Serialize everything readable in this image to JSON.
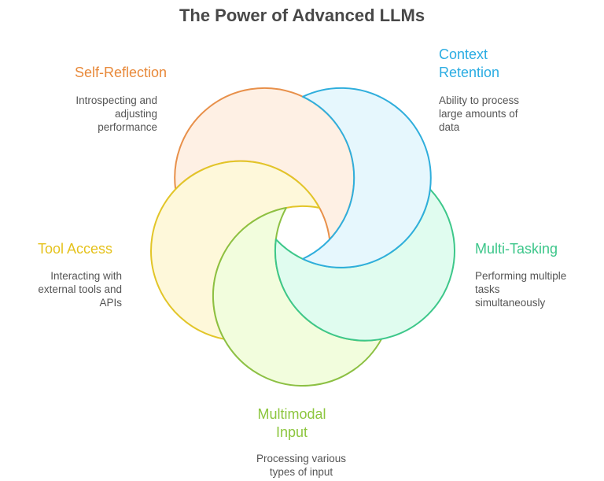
{
  "title": "The Power of Advanced LLMs",
  "segments": [
    {
      "id": "self-reflection",
      "heading": "Self-Reflection",
      "description": "Introspecting and\nadjusting\nperformance",
      "colors": {
        "stroke": "#E8904A",
        "fill": "#FEF0E4",
        "text": "#E8893A"
      }
    },
    {
      "id": "context-retention",
      "heading": "Context\nRetention",
      "description": "Ability to process\nlarge amounts of\ndata",
      "colors": {
        "stroke": "#2FAEDC",
        "fill": "#E6F7FD",
        "text": "#2AACE2"
      }
    },
    {
      "id": "multi-tasking",
      "heading": "Multi-Tasking",
      "description": "Performing multiple\ntasks\nsimultaneously",
      "colors": {
        "stroke": "#3DC78A",
        "fill": "#E0FCEF",
        "text": "#3CC68A"
      }
    },
    {
      "id": "multimodal-input",
      "heading": "Multimodal\nInput",
      "description": "Processing various\ntypes of input",
      "colors": {
        "stroke": "#8CC043",
        "fill": "#F2FDDD",
        "text": "#8DC63F"
      }
    },
    {
      "id": "tool-access",
      "heading": "Tool Access",
      "description": "Interacting with\nexternal tools and\nAPIs",
      "colors": {
        "stroke": "#E2C528",
        "fill": "#FEF8DA",
        "text": "#E5C21C"
      }
    }
  ]
}
